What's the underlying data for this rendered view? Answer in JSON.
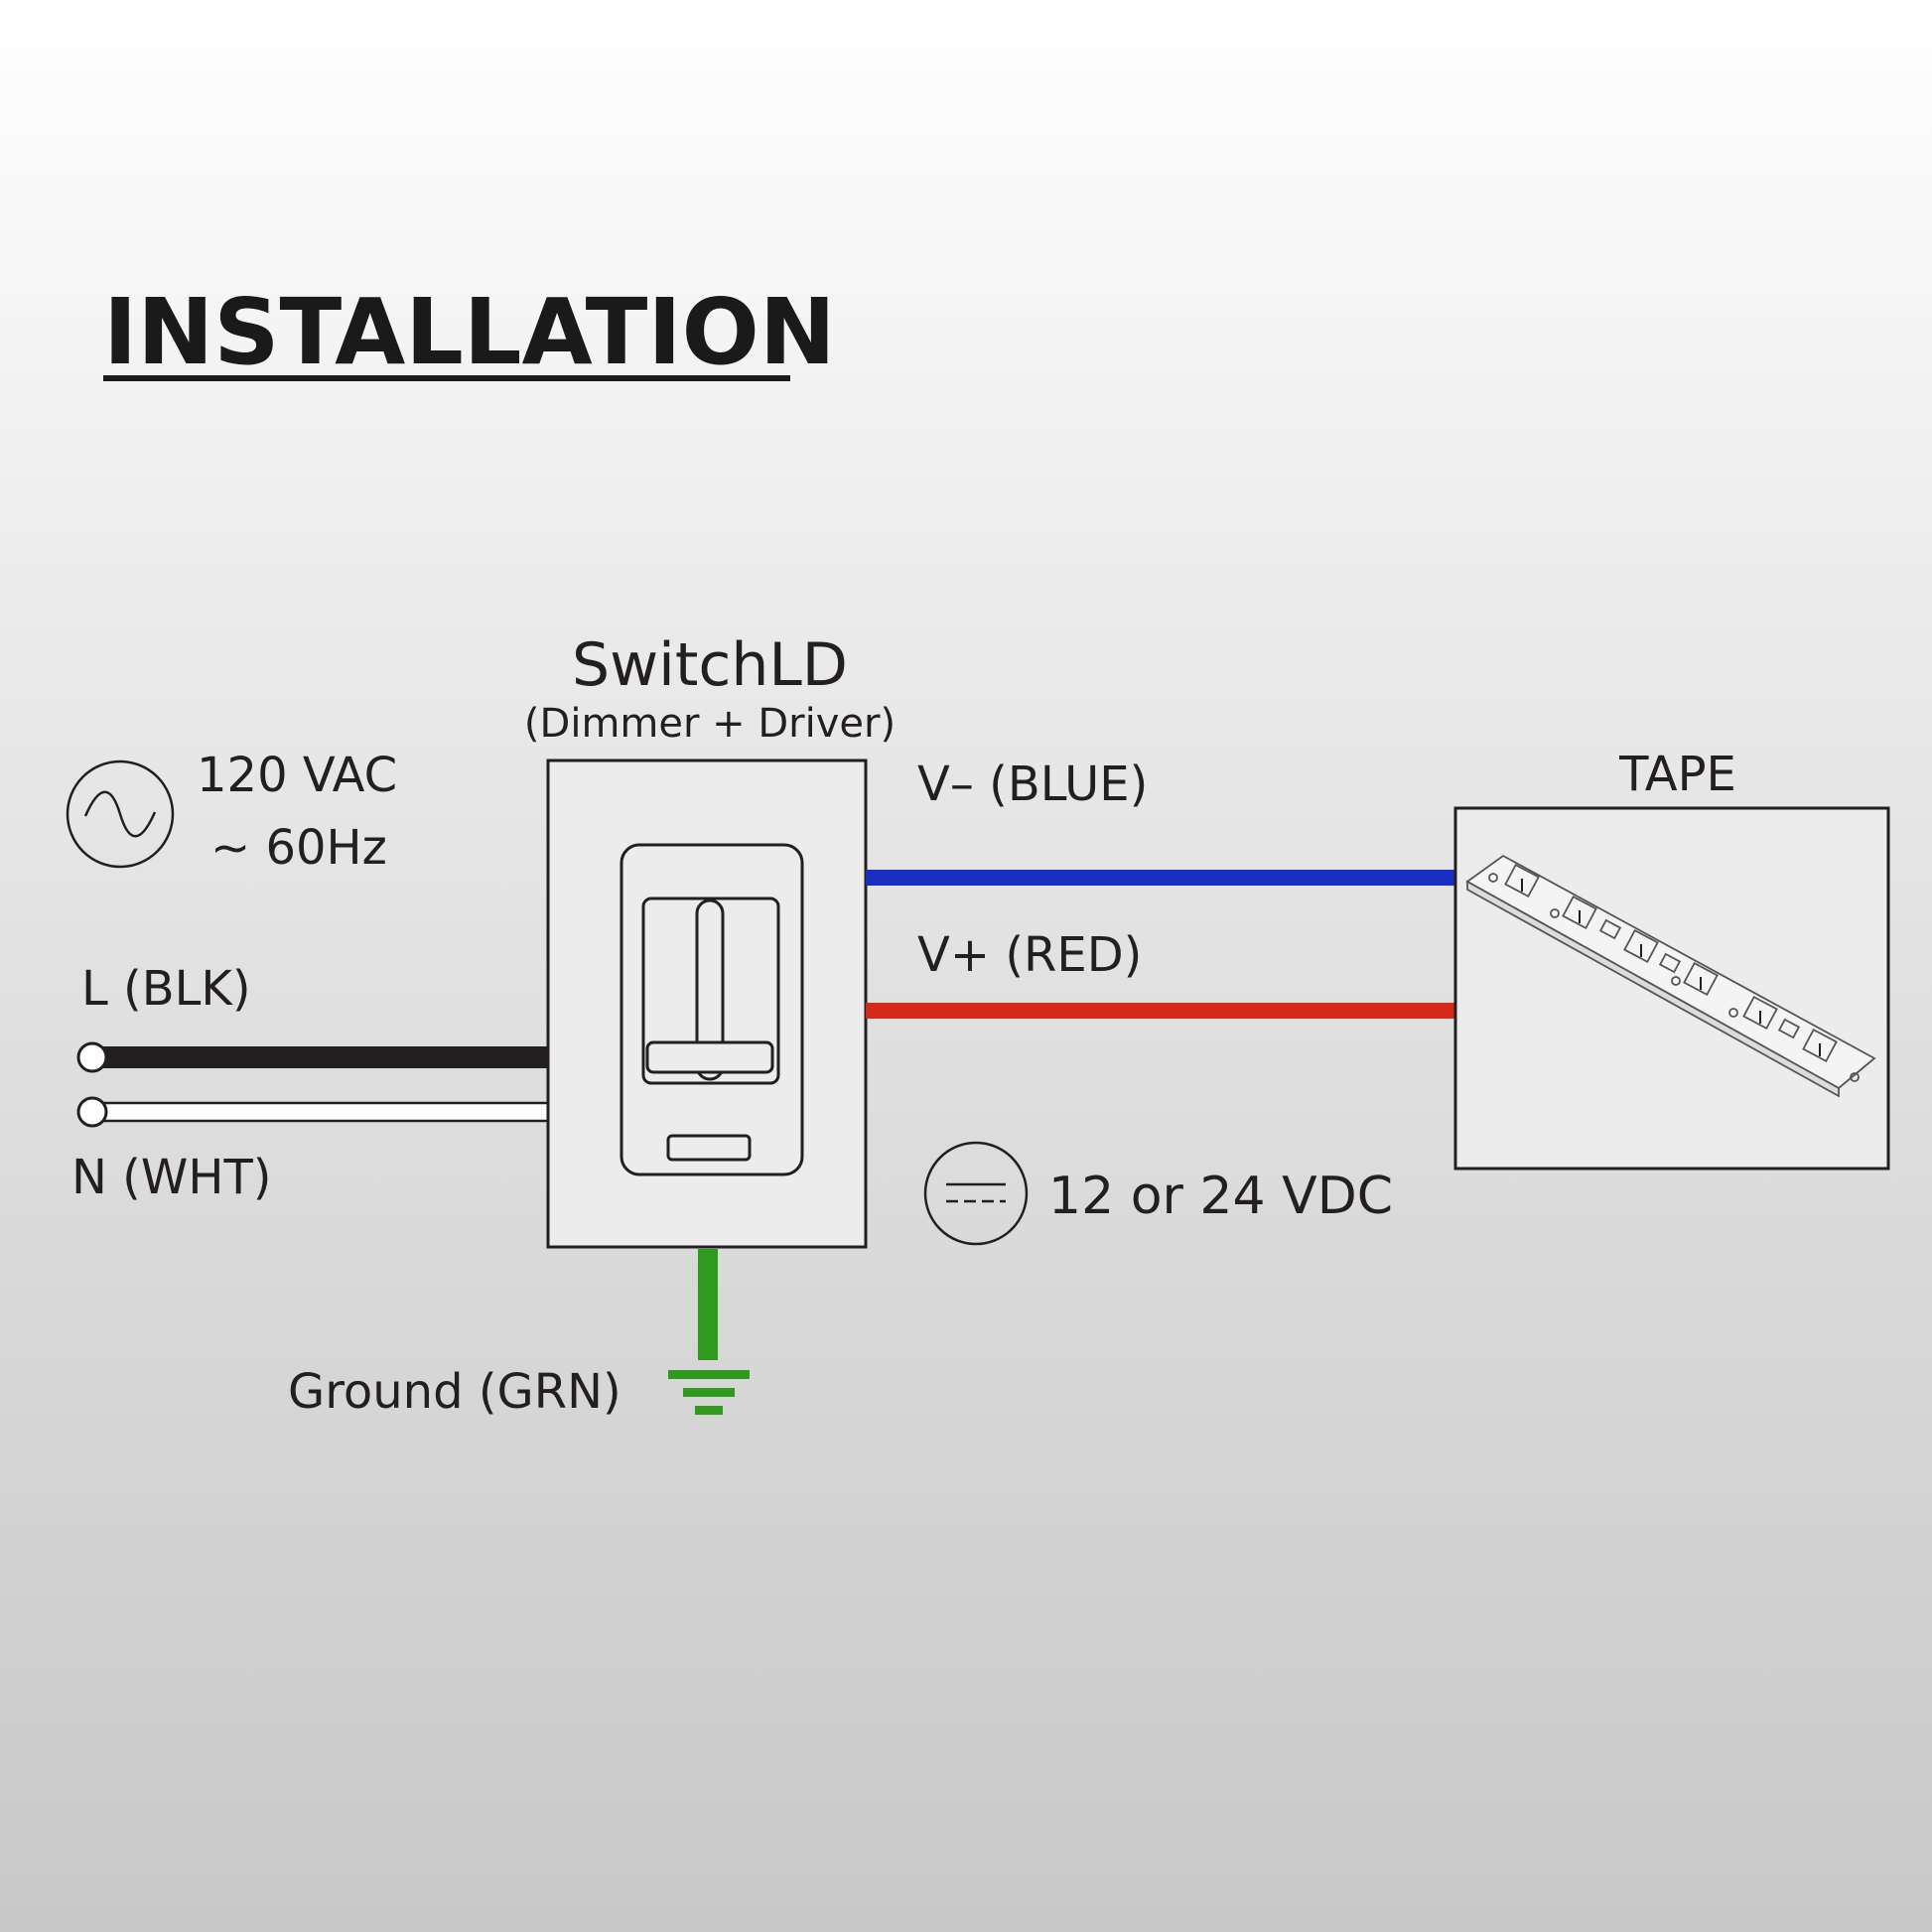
{
  "title": "INSTALLATION",
  "device": {
    "name": "SwitchLD",
    "subtitle": "(Dimmer + Driver)"
  },
  "ac_source": {
    "voltage": "120 VAC",
    "frequency": "~ 60Hz",
    "icon": "ac-sine-icon"
  },
  "wires": {
    "line": "L (BLK)",
    "neutral": "N (WHT)",
    "negative": "V– (BLUE)",
    "positive": "V+ (RED)",
    "ground": "Ground (GRN)"
  },
  "dc_output": {
    "label": "12 or 24 VDC",
    "icon": "dc-symbol-icon"
  },
  "load": {
    "label": "TAPE",
    "icon": "led-tape-icon"
  },
  "colors": {
    "black_wire": "#231f20",
    "blue_wire": "#1a2fc0",
    "red_wire": "#d42a1a",
    "green_wire": "#2f9a1e"
  }
}
